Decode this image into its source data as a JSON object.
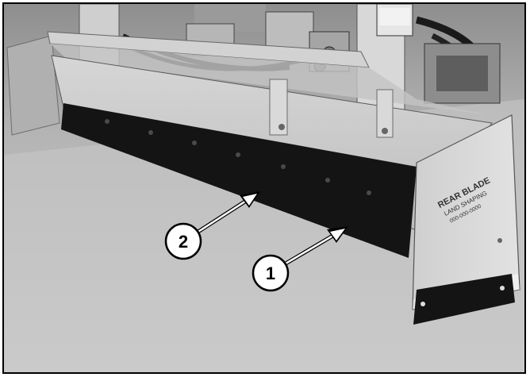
{
  "photo": {
    "subject_icon": "box-scraper-blade-photo",
    "decal": {
      "line1": "REAR BLADE",
      "line2": "LAND SHAPING",
      "line3": "000-000-0000"
    }
  },
  "callouts": [
    {
      "label": "1",
      "icon": "callout-arrow-icon"
    },
    {
      "label": "2",
      "icon": "callout-arrow-icon"
    }
  ],
  "colors": {
    "frame": "#000000",
    "callout_fill": "#ffffff",
    "callout_stroke": "#000000",
    "cutting_edge": "#141414",
    "scraper_body": "#c8c8c8",
    "background": "#bcbcbc"
  }
}
